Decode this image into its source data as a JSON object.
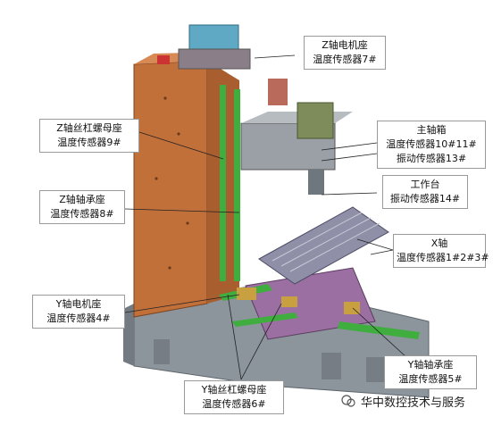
{
  "labels": {
    "z_motor": {
      "line1": "Z轴电机座",
      "line2": "温度传感器7#"
    },
    "z_nut": {
      "line1": "Z轴丝杠螺母座",
      "line2": "温度传感器9#"
    },
    "spindle": {
      "line1": "主轴箱",
      "line2": "温度传感器10#11#",
      "line3": "振动传感器13#"
    },
    "table": {
      "line1": "工作台",
      "line2": "振动传感器14#"
    },
    "z_bearing": {
      "line1": "Z轴轴承座",
      "line2": "温度传感器8#"
    },
    "x_axis": {
      "line1": "X轴",
      "line2": "温度传感器1#2#3#"
    },
    "y_motor": {
      "line1": "Y轴电机座",
      "line2": "温度传感器4#"
    },
    "y_bearing": {
      "line1": "Y轴轴承座",
      "line2": "温度传感器5#"
    },
    "y_nut": {
      "line1": "Y轴丝杠螺母座",
      "line2": "温度传感器6#"
    }
  },
  "watermark": {
    "text": "华中数控技术与服务"
  },
  "colors": {
    "column": "#c2703a",
    "base": "#8c949c",
    "table": "#8f8fa8",
    "saddle": "#9b6fa2",
    "rail": "#3fae3f",
    "spindle": "#9aa0a6"
  }
}
